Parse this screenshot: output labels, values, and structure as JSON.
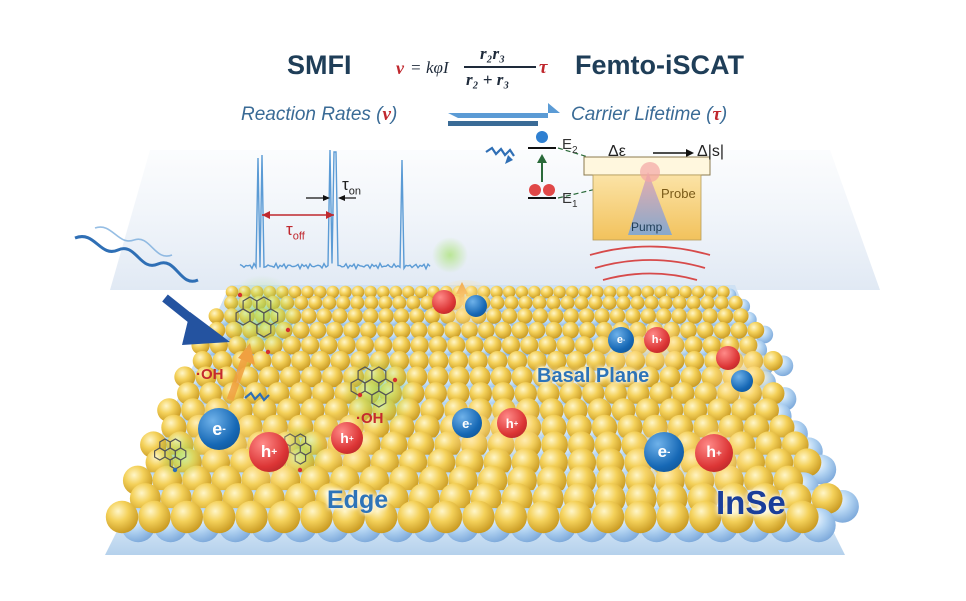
{
  "header": {
    "left_title": "SMFI",
    "right_title": "Femto-iSCAT",
    "equation": {
      "lhs": "v",
      "equals": "=",
      "prefix": "kφI",
      "numerator": "r₂r₃",
      "denominator": "r₂ + r₃",
      "suffix": "τ"
    },
    "left_subtitle": "Reaction Rates (",
    "left_symbol": "v",
    "right_subtitle": "Carrier Lifetime (",
    "right_symbol": "τ",
    "close_paren": ")"
  },
  "trace": {
    "tau_on": "τ",
    "tau_on_sub": "on",
    "tau_off": "τ",
    "tau_off_sub": "off"
  },
  "energy_diagram": {
    "level_upper": "E",
    "level_upper_sub": "2",
    "level_lower": "E",
    "level_lower_sub": "1",
    "delta_label_left": "Δε",
    "delta_label_right": "Δ|s|",
    "probe_label": "Probe",
    "pump_label": "Pump"
  },
  "surface": {
    "material_label": "InSe",
    "edge_label": "Edge",
    "basal_label": "Basal Plane",
    "radical_label": "·OH",
    "electron": {
      "symbol": "e",
      "charge": "-"
    },
    "hole": {
      "symbol": "h",
      "charge": "+"
    }
  },
  "colors": {
    "title": "#1f3e58",
    "subtitle": "#3a6b96",
    "symbol_red": "#c0282e",
    "trace_blue": "#5b9bd5",
    "electron_blue": "#1668b5",
    "hole_red": "#dc3535",
    "atom_gold": "#f2cf52",
    "atom_blue": "#a9cdef"
  }
}
